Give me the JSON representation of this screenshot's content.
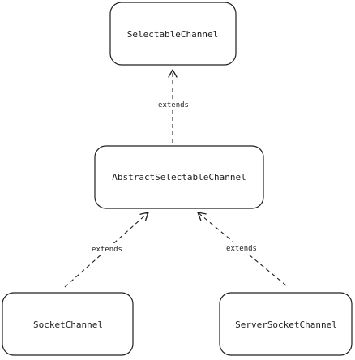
{
  "diagram": {
    "nodes": {
      "selectable": {
        "label": "SelectableChannel"
      },
      "abstract": {
        "label": "AbstractSelectableChannel"
      },
      "socket": {
        "label": "SocketChannel"
      },
      "server": {
        "label": "ServerSocketChannel"
      }
    },
    "edges": [
      {
        "from": "abstract",
        "to": "selectable",
        "label": "extends"
      },
      {
        "from": "socket",
        "to": "abstract",
        "label": "extends"
      },
      {
        "from": "server",
        "to": "abstract",
        "label": "extends"
      }
    ],
    "colors": {
      "stroke": "#1e1e1e",
      "fill": "#ffffff"
    }
  }
}
